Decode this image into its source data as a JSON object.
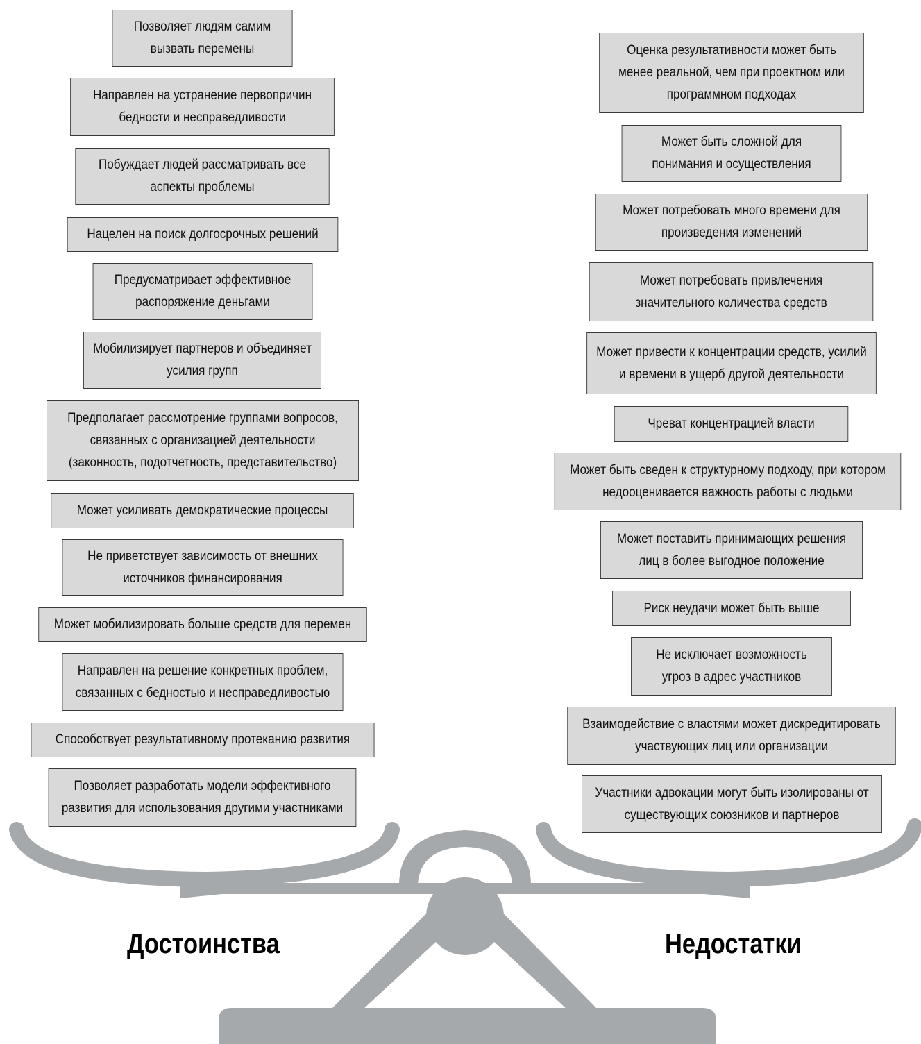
{
  "advantages": {
    "label": "Достоинства",
    "items": [
      "Позволяет людям самим\nвызвать перемены",
      "Направлен на устранение первопричин\nбедности и несправедливости",
      "Побуждает людей рассматривать все\nаспекты проблемы",
      "Нацелен на поиск долгосрочных решений",
      "Предусматривает эффективное\nраспоряжение деньгами",
      "Мобилизирует партнеров и объединяет\nусилия групп",
      "Предполагает рассмотрение группами вопросов,\nсвязанных с организацией деятельности\n(законность, подотчетность, представительство)",
      "Может усиливать демократические процессы",
      "Не приветствует зависимость от внешних\nисточников финансирования",
      "Может мобилизировать больше средств для перемен",
      "Направлен на решение конкретных проблем,\nсвязанных с бедностью и несправедливостью",
      "Способствует результативному протеканию развития",
      "Позволяет разработать модели эффективного\nразвития для использования другими участниками"
    ]
  },
  "disadvantages": {
    "label": "Недостатки",
    "items": [
      "Оценка результативности может быть\nменее реальной, чем при проектном или\nпрограммном подходах",
      "Может быть сложной для\nпонимания и осуществления",
      "Может потребовать много времени для\nпроизведения изменений",
      "Может потребовать привлечения\nзначительного количества средств",
      "Может привести к концентрации средств, усилий\nи времени в ущерб другой деятельности",
      "Чреват концентрацией власти",
      "Может быть сведен к структурному подходу, при котором\nнедооценивается важность работы с людьми",
      "Может поставить принимающих решения\nлиц в более выгодное положение",
      "Риск неудачи может быть выше",
      "Не исключает возможность\nугроз в адрес участников",
      "Взаимодействие с властями может дискредитировать\nучаствующих лиц или организации",
      "Участники адвокации могут быть изолированы от\nсуществующих союзников и партнеров"
    ]
  },
  "colors": {
    "scale": "#a6a9ab",
    "box_fill": "#d9d9d9",
    "box_border": "#3a3a3a"
  }
}
